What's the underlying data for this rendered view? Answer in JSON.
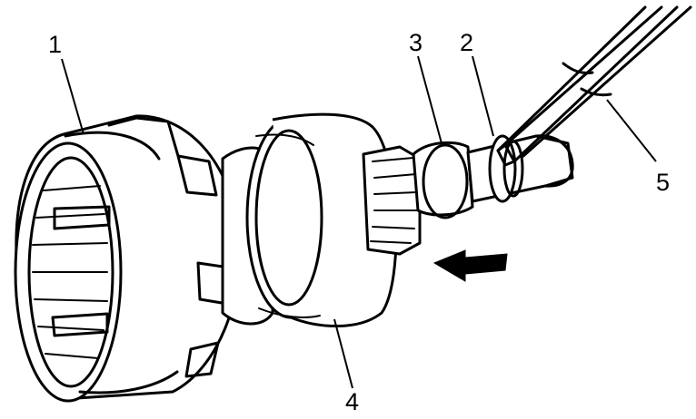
{
  "callouts": [
    {
      "id": "1",
      "label": "1"
    },
    {
      "id": "2",
      "label": "2"
    },
    {
      "id": "3",
      "label": "3"
    },
    {
      "id": "4",
      "label": "4"
    },
    {
      "id": "5",
      "label": "5"
    }
  ],
  "colors": {
    "ink": "#000000",
    "paper": "#ffffff"
  },
  "icons": {
    "direction_arrow": "arrow-left-icon"
  }
}
